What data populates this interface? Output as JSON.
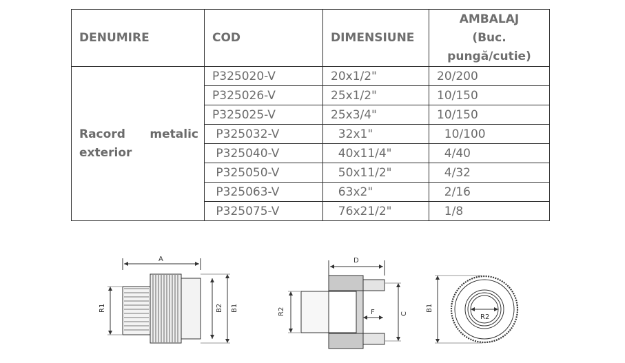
{
  "table": {
    "headers": {
      "denumire": "DENUMIRE",
      "cod": "COD",
      "dimensiune": "DIMENSIUNE",
      "ambalaj_line1": "AMBALAJ",
      "ambalaj_line2": "(Buc.",
      "ambalaj_line3": "pungă/cutie)"
    },
    "product_name": "Racord metalic exterior",
    "rows": [
      {
        "cod": "P325020-V",
        "dimensiune": "20x1/2\"",
        "ambalaj": "20/200"
      },
      {
        "cod": "P325026-V",
        "dimensiune": "25x1/2\"",
        "ambalaj": "10/150"
      },
      {
        "cod": "P325025-V",
        "dimensiune": "25x3/4\"",
        "ambalaj": "10/150"
      },
      {
        "cod": " P325032-V",
        "dimensiune": "  32x1\"",
        "ambalaj": "  10/100"
      },
      {
        "cod": " P325040-V",
        "dimensiune": "  40x11/4\"",
        "ambalaj": "  4/40"
      },
      {
        "cod": " P325050-V",
        "dimensiune": "  50x11/2\"",
        "ambalaj": "  4/32"
      },
      {
        "cod": " P325063-V",
        "dimensiune": "  63x2\"",
        "ambalaj": "  2/16"
      },
      {
        "cod": " P325075-V",
        "dimensiune": "  76x21/2\"",
        "ambalaj": "  1/8"
      }
    ]
  },
  "drawing_labels": {
    "a": "A",
    "r1": "R1",
    "b2": "B2",
    "b1": "B1",
    "d": "D",
    "r2": "R2",
    "f": "F",
    "c": "C",
    "b1_end": "B1",
    "r2_end": "R2"
  }
}
